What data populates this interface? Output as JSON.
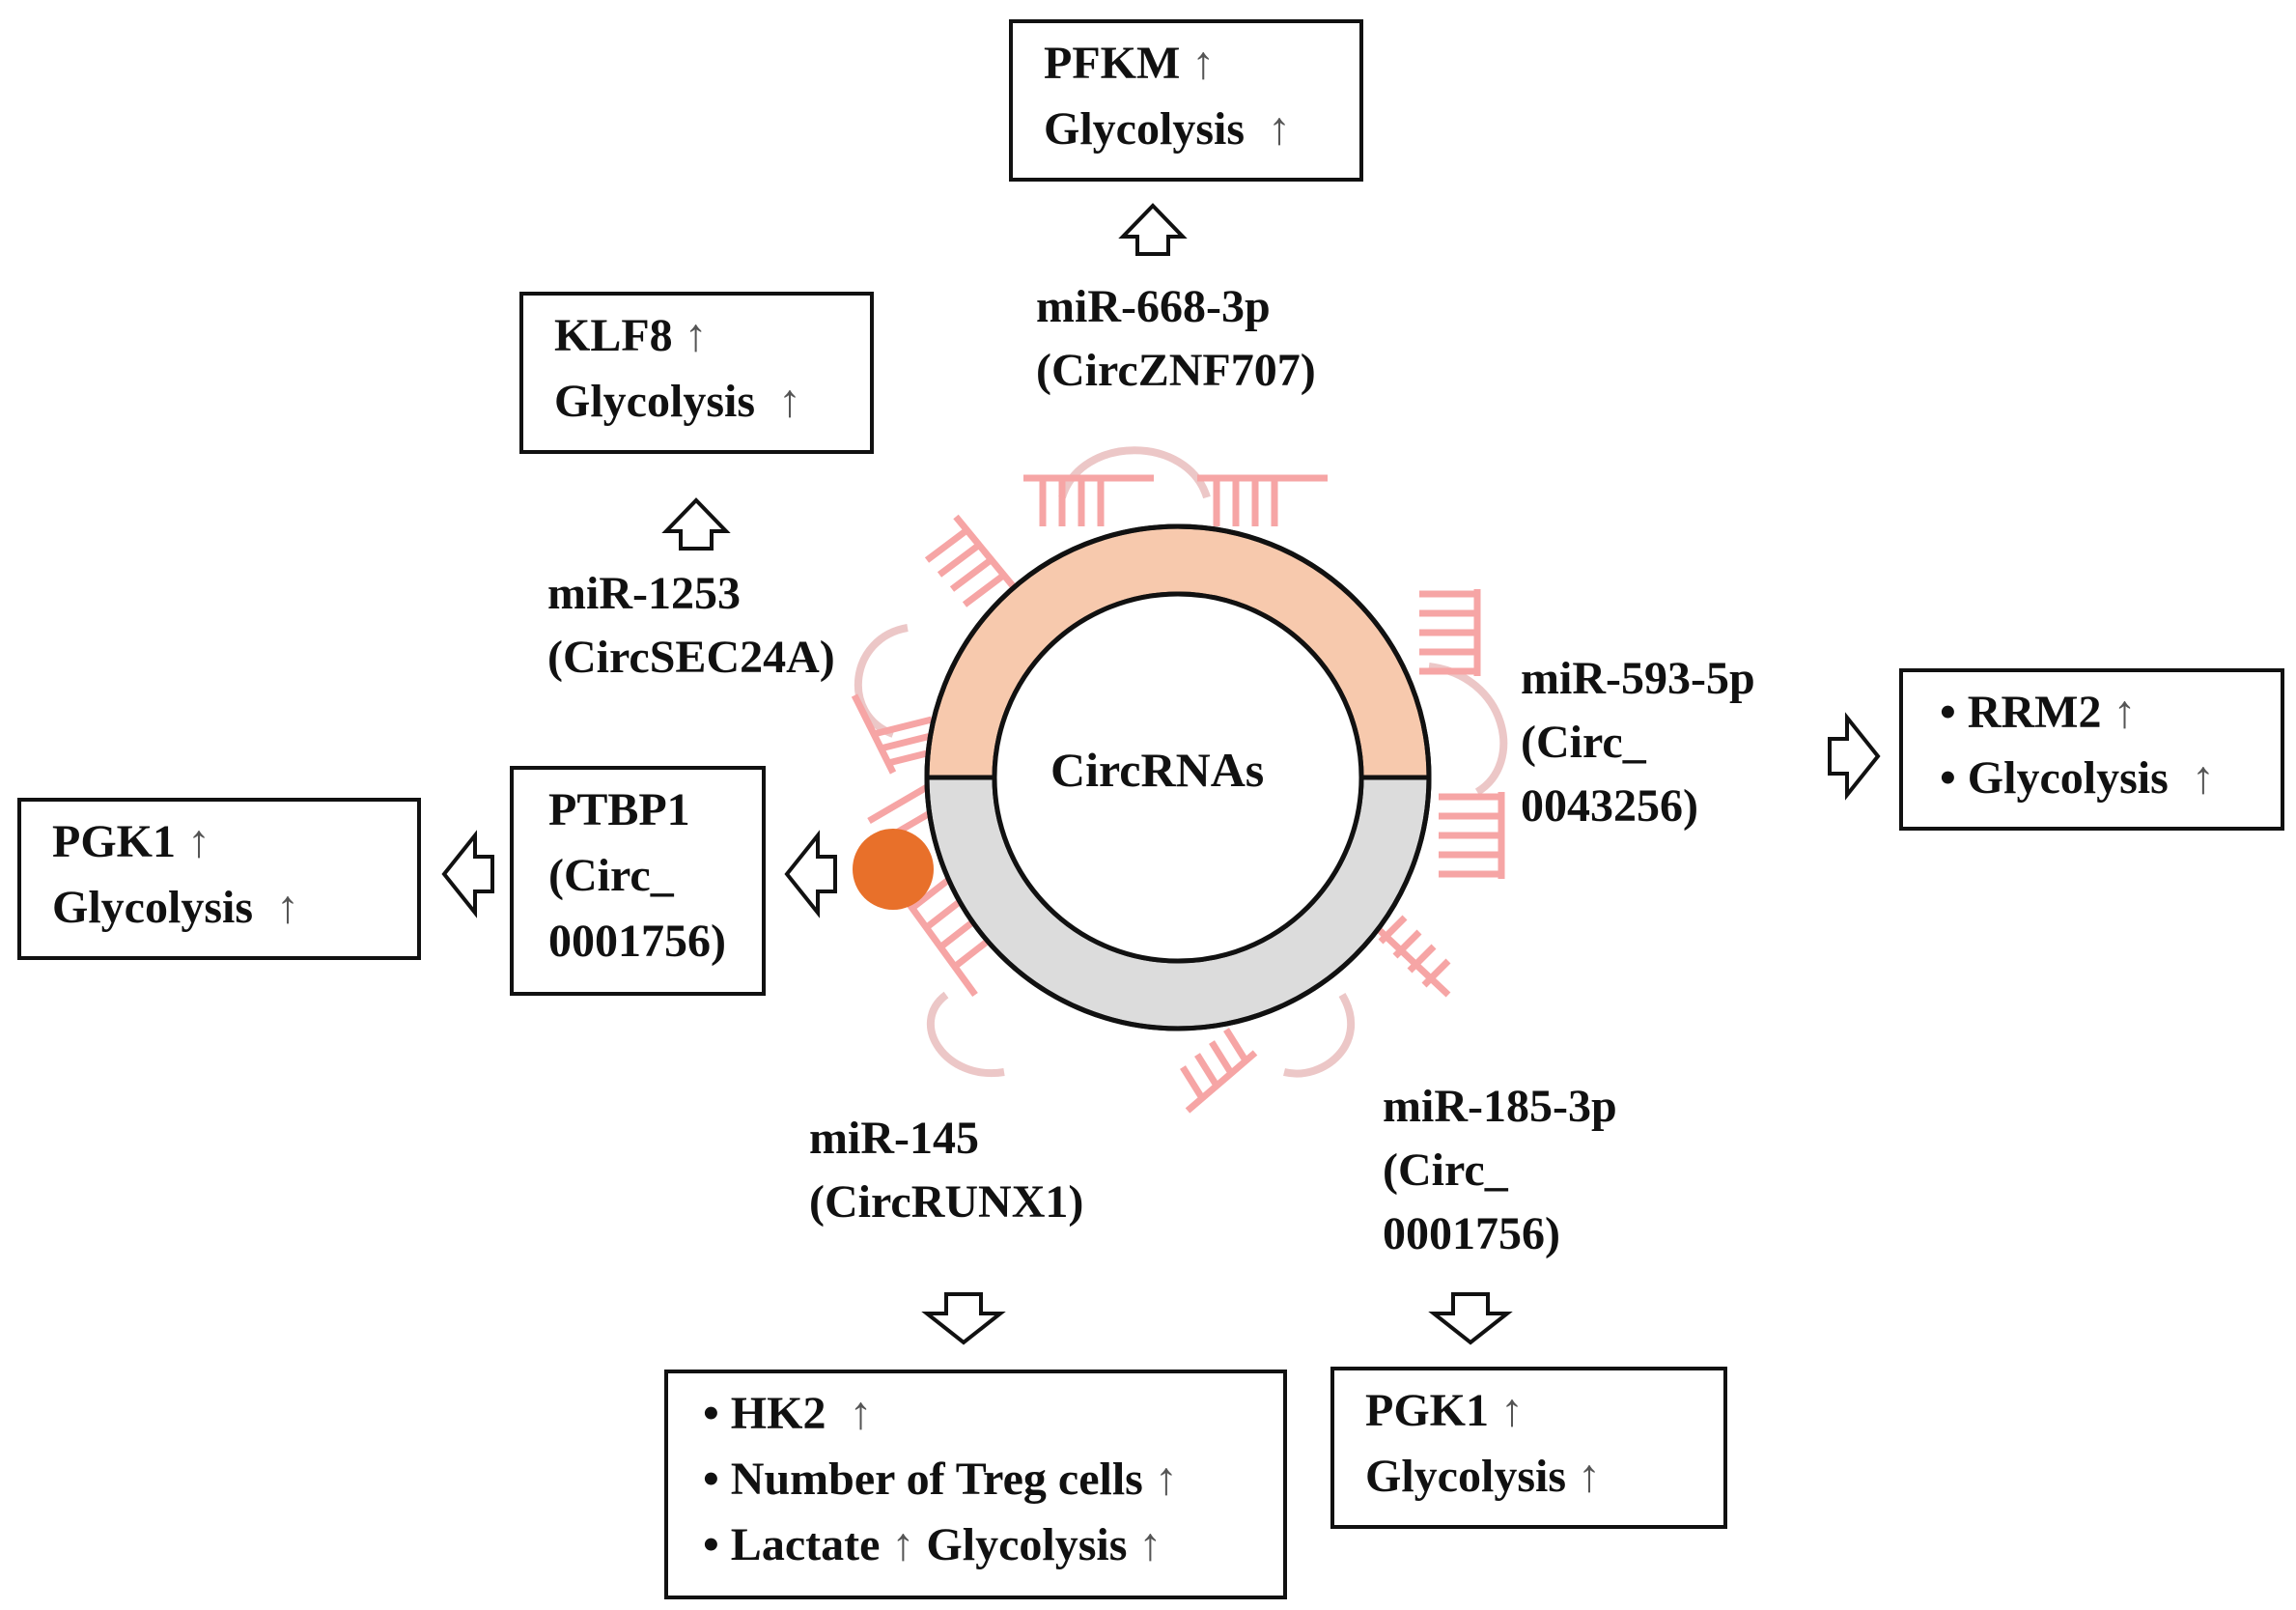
{
  "center": {
    "label": "CircRNAs"
  },
  "colors": {
    "ring_top": "#f7c9ad",
    "ring_bottom": "#dcdcdc",
    "mirna_strand": "#f6a5a5",
    "bound_protein": "#e8702a"
  },
  "pathways": {
    "top": {
      "mirna": "miR-668-3p",
      "circ": "(CircZNF707)",
      "box": {
        "gene": "PFKM",
        "gene_arrow": "↑",
        "effect": "Glycolysis",
        "effect_arrow": "↑"
      }
    },
    "upper_left": {
      "mirna": "miR-1253",
      "circ": "(CircSEC24A)",
      "box": {
        "gene": "KLF8",
        "gene_arrow": "↑",
        "effect": "Glycolysis",
        "effect_arrow": "↑"
      }
    },
    "right": {
      "mirna": "miR-593-5p",
      "circ_line1": "(Circ_",
      "circ_line2": "0043256)",
      "box": {
        "item1": "• RRM2",
        "item1_arrow": "↑",
        "item2": "• Glycolysis",
        "item2_arrow": "↑"
      }
    },
    "left": {
      "protein_box": {
        "line1": "PTBP1",
        "line2": "(Circ_",
        "line3": "0001756)"
      },
      "box": {
        "gene": "PGK1",
        "gene_arrow": "↑",
        "effect": "Glycolysis",
        "effect_arrow": "↑"
      }
    },
    "bottom": {
      "mirna": "miR-145",
      "circ": "(CircRUNX1)",
      "box": {
        "item1": "• HK2",
        "item1_arrow": "↑",
        "item2": "• Number of Treg cells",
        "item2_arrow": "↑",
        "item3a": "• Lactate",
        "item3a_arrow": "↑",
        "item3b": "Glycolysis",
        "item3b_arrow": "↑"
      }
    },
    "bottom_right": {
      "mirna": "miR-185-3p",
      "circ_line1": "(Circ_",
      "circ_line2": "0001756)",
      "box": {
        "gene": "PGK1",
        "gene_arrow": "↑",
        "effect": "Glycolysis",
        "effect_arrow": "↑"
      }
    }
  }
}
